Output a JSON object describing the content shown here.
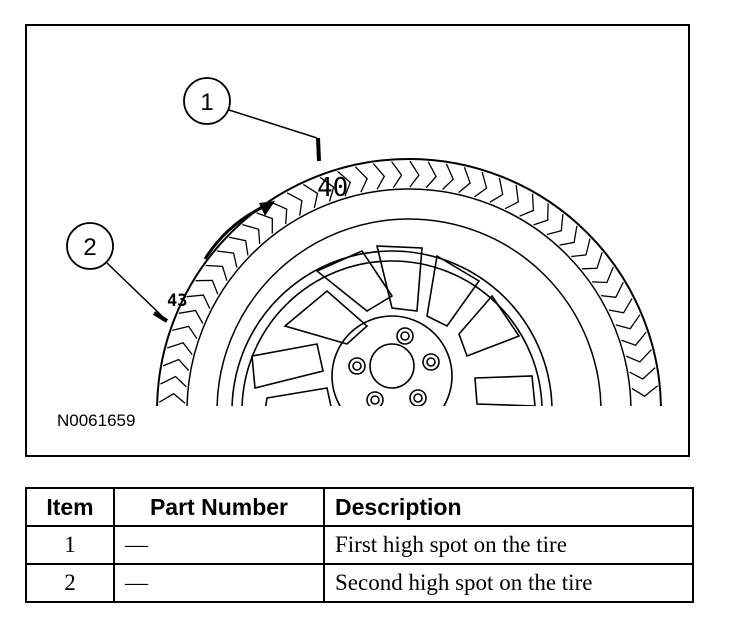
{
  "figure": {
    "code": "N0061659",
    "callouts": [
      {
        "number": "1",
        "mark_label": "40"
      },
      {
        "number": "2",
        "mark_label": "43"
      }
    ]
  },
  "table": {
    "headers": {
      "item": "Item",
      "part_number": "Part Number",
      "description": "Description"
    },
    "rows": [
      {
        "item": "1",
        "part_number": "—",
        "description": "First high spot on the tire"
      },
      {
        "item": "2",
        "part_number": "—",
        "description": "Second high spot on the tire"
      }
    ]
  }
}
